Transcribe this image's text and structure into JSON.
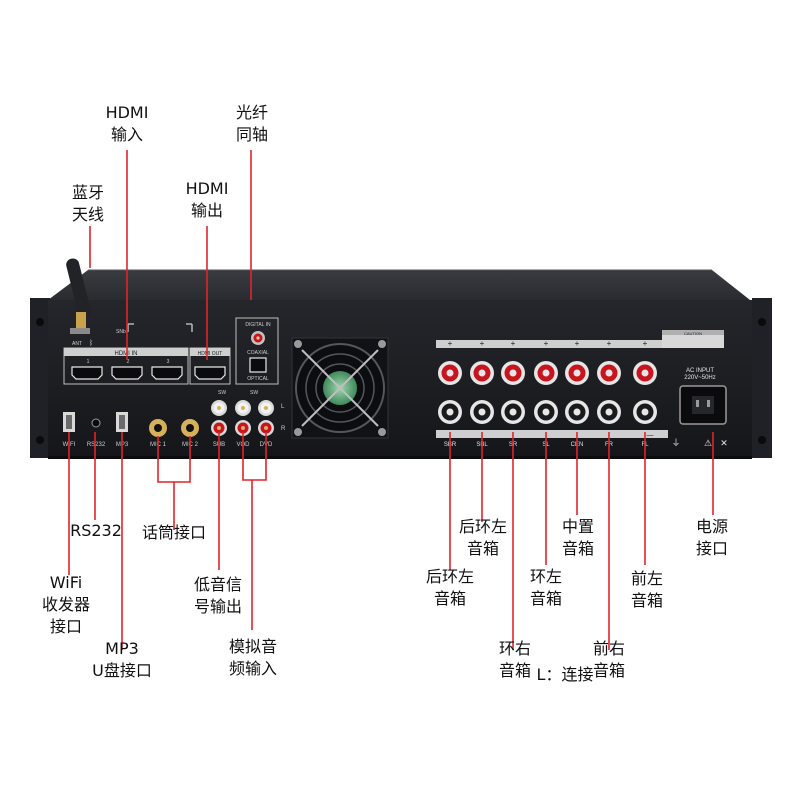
{
  "panel_text": {
    "ant": "ANT",
    "snb": "SNb",
    "hdmi_in": "HDMI IN",
    "hdmi_out": "HDMI OUT",
    "p1": "1",
    "p2": "2",
    "p3": "3",
    "digital_in": "DIGITAL IN",
    "coaxial": "COAXIAL",
    "optical": "OPTICAL",
    "sw": "SW",
    "l": "L",
    "r": "R",
    "wifi": "WIFI",
    "rs232": "RS232",
    "mp3": "MP3",
    "mic1": "MIC 1",
    "mic2": "MIC 2",
    "sub": "SUB",
    "vod": "VOD",
    "dvd": "DVD",
    "caution": "CAUTION",
    "ac_input": "AC INPUT",
    "voltage": "220V~50Hz",
    "plus": "+",
    "minus": "—",
    "spk": [
      "SBR",
      "SBL",
      "SR",
      "SL",
      "CEN",
      "FR",
      "FL"
    ]
  },
  "callouts": {
    "hdmi_in": [
      "HDMI",
      "输入"
    ],
    "optical_coax": [
      "光纤",
      "同轴"
    ],
    "bt_antenna": [
      "蓝牙",
      "天线"
    ],
    "hdmi_out": [
      "HDMI",
      "输出"
    ],
    "rs232": [
      "RS232"
    ],
    "wifi": [
      "WiFi",
      "收发器",
      "接口"
    ],
    "mp3": [
      "MP3",
      "U盘接口"
    ],
    "mic": [
      "话筒接口"
    ],
    "sub_out": [
      "低音信",
      "号输出"
    ],
    "analog_in": [
      "模拟音",
      "频输入"
    ],
    "rear_sur_l": [
      "后环左",
      "音箱"
    ],
    "rear_sur_r": [
      "后环左",
      "音箱"
    ],
    "surround_r": [
      "环右",
      "音箱"
    ],
    "surround_l": [
      "环左",
      "音箱"
    ],
    "center": [
      "中置",
      "音箱"
    ],
    "front_r": [
      "前右",
      "音箱"
    ],
    "front_l": [
      "前左",
      "音箱"
    ],
    "power": [
      "电源",
      "接口"
    ],
    "note": [
      "L：连接"
    ]
  },
  "colors": {
    "leader": "#e0242b",
    "chassis": "#1c1d22",
    "red_jack": "#c8141e",
    "rca_gold": "#d6b15c"
  }
}
